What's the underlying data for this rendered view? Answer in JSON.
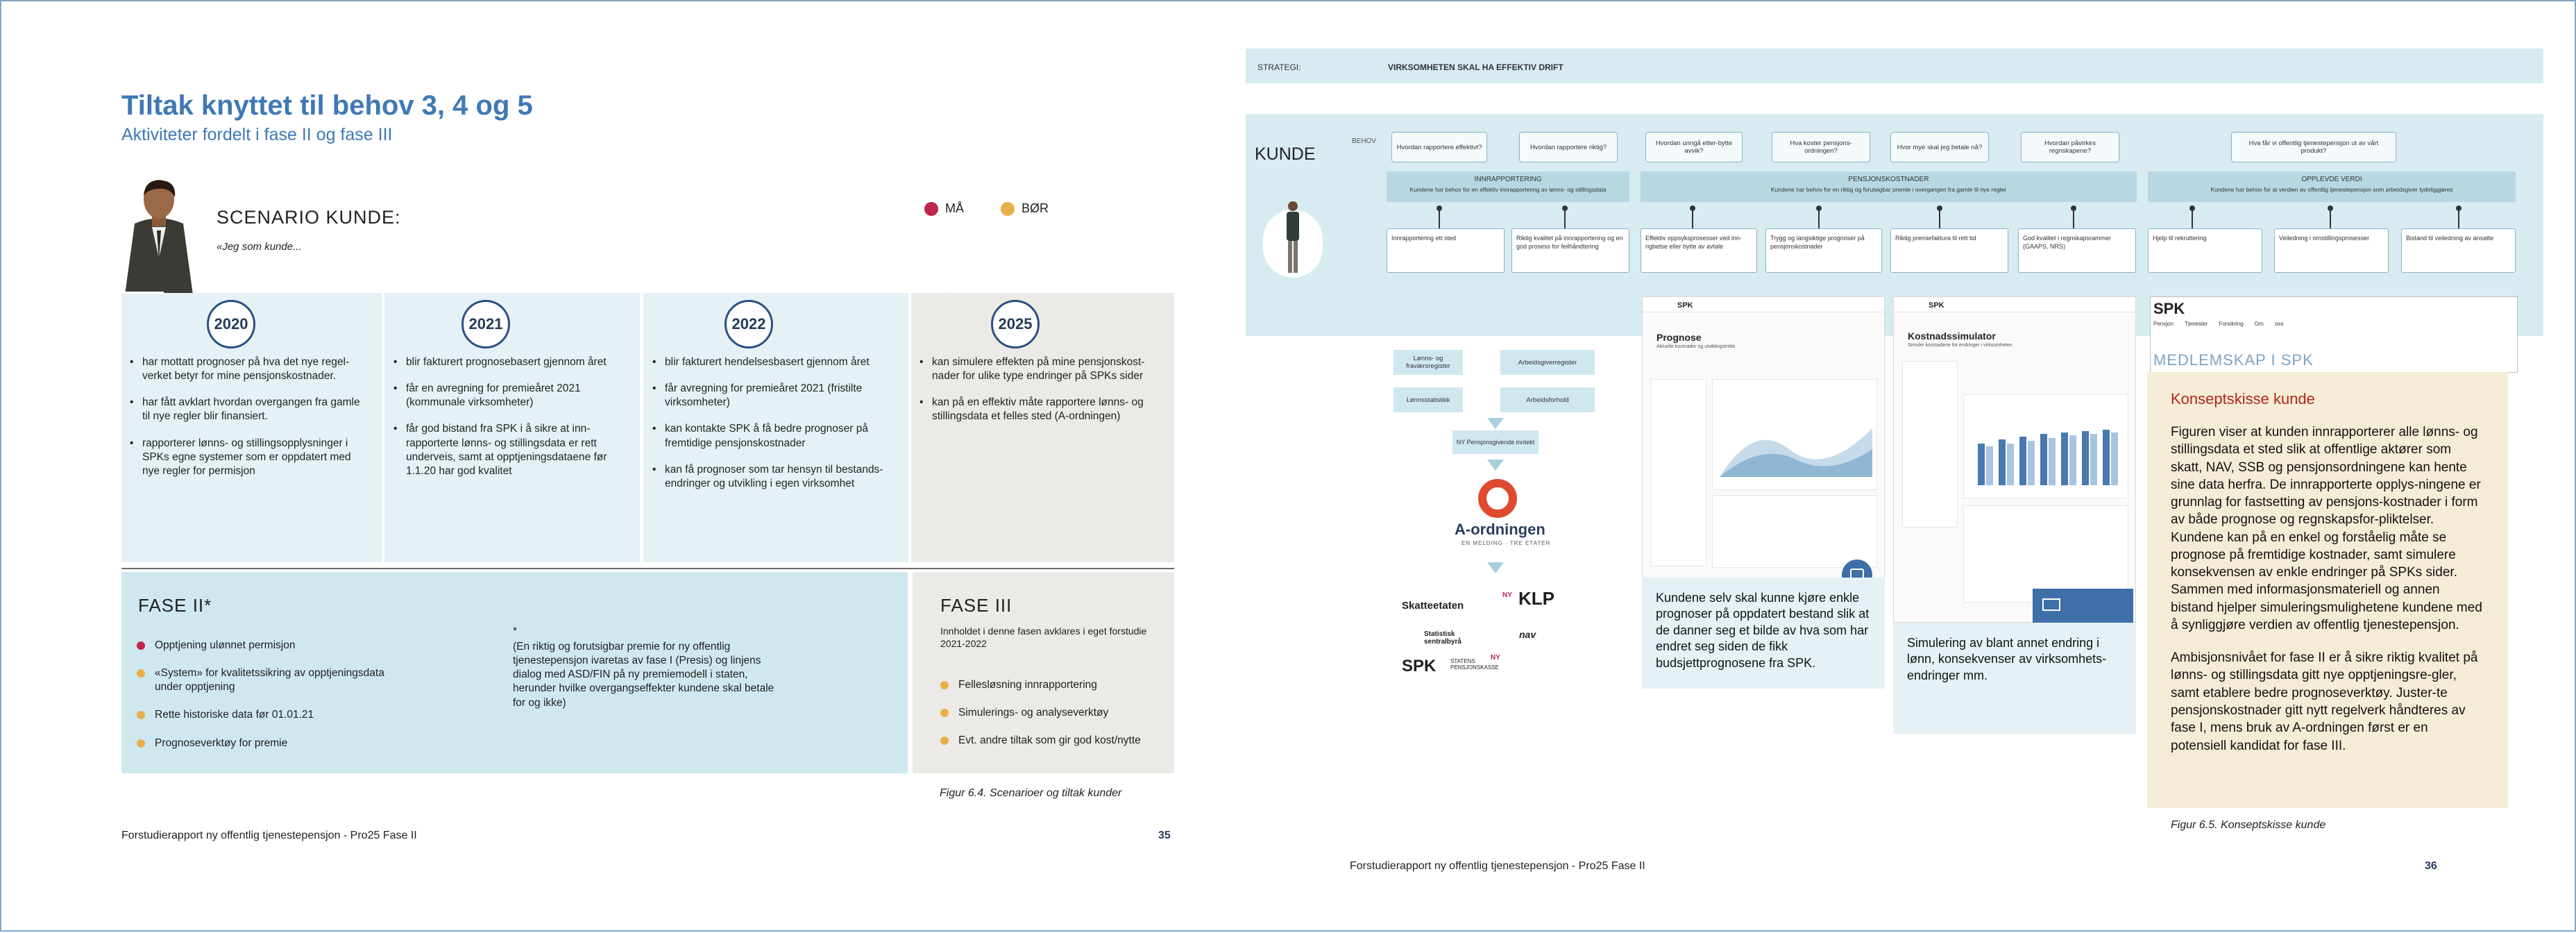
{
  "left": {
    "title": "Tiltak knyttet til behov 3, 4 og 5",
    "subtitle": "Aktiviteter fordelt i fase II og fase III",
    "scenario_title": "SCENARIO KUNDE:",
    "scenario_sub": "«Jeg som kunde...",
    "legend": [
      {
        "label": "MÅ",
        "color": "#c0264a"
      },
      {
        "label": "BØR",
        "color": "#e8b04a"
      }
    ],
    "years": [
      "2020",
      "2021",
      "2022",
      "2025"
    ],
    "col2020": [
      "har mottatt prognoser på hva det nye regel-verket betyr for mine pensjonskostnader.",
      "har fått avklart hvordan overgangen fra gamle til nye regler blir finansiert.",
      "rapporterer lønns- og stillingsopplysninger i SPKs egne systemer som er oppdatert med nye regler for permisjon"
    ],
    "col2021": [
      "blir fakturert prognosebasert gjennom året",
      "får en avregning for premieåret 2021 (kommunale virksomheter)",
      "får god bistand fra SPK i å sikre at inn-rapporterte lønns- og stillingsdata er rett underveis, samt at opptjeningsdataene før 1.1.20 har god kvalitet"
    ],
    "col2022": [
      "blir fakturert hendelsesbasert gjennom året",
      "får avregning for premieåret 2021 (fristilte virksomheter)",
      "kan kontakte SPK å få bedre prognoser på fremtidige pensjonskostnader",
      "kan få prognoser som tar hensyn til bestands-endringer og utvikling i egen virksomhet"
    ],
    "col2025": [
      "kan simulere effekten på mine pensjonskost-nader for ulike type endringer på SPKs sider",
      "kan på en effektiv måte rapportere lønns- og stillingsdata et felles sted (A-ordningen)"
    ],
    "phase2": {
      "title": "FASE II*",
      "items": [
        "Opptjening ulønnet permisjon",
        "«System» for kvalitetssikring av opptjeningsdata under opptjening",
        "Rette historiske data før 01.01.21",
        "Prognoseverktøy for premie"
      ],
      "note_star": "*",
      "note": "(En riktig og forutsigbar premie for ny offentlig tjenestepensjon ivaretas av fase I (Presis) og linjens dialog med ASD/FIN på ny premiemodell i staten, herunder hvilke overgangseffekter kundene skal betale for og ikke)"
    },
    "phase3": {
      "title": "FASE III",
      "intro": "Innholdet i denne fasen avklares i eget forstudie 2021-2022",
      "items": [
        "Fellesløsning innrapportering",
        "Simulerings- og analyseverktøy",
        "Evt. andre tiltak som gir god kost/nytte"
      ]
    },
    "figure_caption": "Figur 6.4. Scenarioer og tiltak kunder",
    "footer": "Forstudierapport ny offentlig tjenestepensjon - Pro25 Fase II",
    "page_number": "35"
  },
  "right": {
    "strategy_label": "STRATEGI:",
    "strategy_value": "VIRKSOMHETEN SKAL HA EFFEKTIV DRIFT",
    "kunde": "KUNDE",
    "behov": "BEHOV",
    "questions": [
      "Hvordan rapportere effektivt?",
      "Hvordan rapportere riktig?",
      "Hvordan unngå etter-bytte avvik?",
      "Hva koster pensjons-ordningen?",
      "Hvor mye skal jeg betale nå?",
      "Hvordan påvirkes regnskapene?",
      "Hva får vi offentlig tjenestepensjon ut av vårt produkt?"
    ],
    "categories": [
      {
        "title": "INNRAPPORTERING",
        "sub": "Kundene har behov for en effektiv innrapportering av lønns- og stillingsdata"
      },
      {
        "title": "PENSJONSKOSTNADER",
        "sub": "Kundene har behov for en riktig og forutsigbar premie i overgangen fra gamle til nye regler"
      },
      {
        "title": "OPPLEVDE VERDI",
        "sub": "Kundene har behov for at verdien av offentlig tjenestepensjon som arbeidsgiver tydeliggjøres"
      }
    ],
    "needs": [
      "Innrapportering ett sted",
      "Riktig kvalitet på innrapportering og en god prosess for feilhåndtering",
      "Effektiv oppsyksprosesser ved inn-rigbetse eller bytte av avtale",
      "Trygg og langsiktige prognoser på pensjonskostnader",
      "Riktig premiefaktura til rett tid",
      "God kvalitet i regnskapsrammer (GAAPS, NRS)",
      "Hjelp til rekruttering",
      "Veiledning i omstillingsprosesser",
      "Bistand til veiledning av ansatte"
    ],
    "flow_boxes": [
      "Lønns- og fraværsregister",
      "Arbeidsgiverregister",
      "Lønnsstatistikk",
      "Arbeidsforhold"
    ],
    "flow_new": "NY Pensjonsgivende inntekt",
    "aordningen": "A-ordningen",
    "aordningen_sub": "EN MELDING · TRE ETATER",
    "logos": [
      "Skatteetaten",
      "NY",
      "KLP",
      "Statistisk sentralbyrå",
      "nav",
      "SPK",
      "STATENS PENSJONSKASSE",
      "NY"
    ],
    "mock1_title": "Prognose",
    "mock1_sub": "Aktuelle kostnader og utviklingstrekk",
    "mock2_title": "Kostnadssimulator",
    "mock2_sub": "Simuler kostnadene for endringer i virksomheten",
    "mock3_logo": "SPK",
    "mock3_nav": "Pensjon Tjenester Forsikring Om oss",
    "mock3_title": "MEDLEMSKAP I SPK",
    "caption1": "Kundene selv skal kunne kjøre enkle prognoser på oppdatert bestand slik at de danner seg et bilde av hva som har endret seg siden de fikk budsjettprognosene fra SPK.",
    "caption2": "Simulering av blant annet endring i lønn, konsekvenser av virksomhets-endringer mm.",
    "konsept_title": "Konseptskisse kunde",
    "konsept_p1": "Figuren viser at kunden innrapporterer alle lønns- og stillingsdata et sted slik at offentlige aktører som skatt, NAV, SSB og pensjonsordningene kan hente sine data herfra. De innrapporterte opplys-ningene er grunnlag for fastsetting av pensjons-kostnader i form av både prognose og regnskapsfor-pliktelser. Kundene kan på en enkel og forståelig måte se prognose på fremtidige kostnader, samt simulere konsekvensen av enkle endringer på SPKs sider. Sammen med informasjonsmateriell og annen bistand hjelper simuleringsmulighetene kundene med å synliggjøre verdien av offentlig tjenestepensjon.",
    "konsept_p2": "Ambisjonsnivået for fase II er å sikre riktig kvalitet på lønns- og stillingsdata gitt nye opptjeningsre-gler, samt etablere bedre prognoseverktøy. Juster-te pensjonskostnader gitt nytt regelverk håndteres av fase I, mens bruk av A-ordningen først er en potensiell kandidat for fase III.",
    "figure_caption": "Figur 6.5. Konseptskisse kunde",
    "footer": "Forstudierapport ny offentlig tjenestepensjon - Pro25 Fase II",
    "page_number": "36"
  }
}
